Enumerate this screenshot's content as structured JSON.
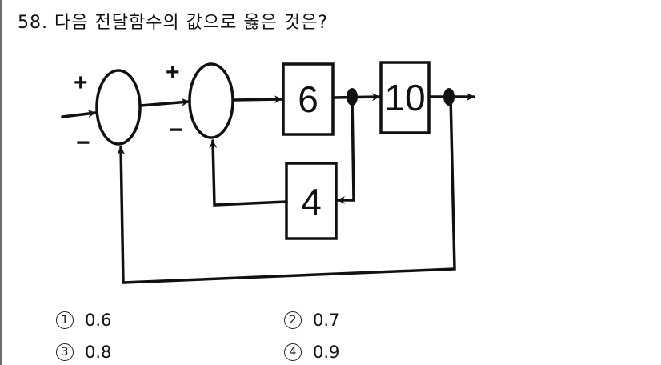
{
  "question": {
    "number": "58.",
    "text": "다음 전달함수의 값으로 옳은 것은?"
  },
  "diagram": {
    "type": "block-diagram",
    "summing_junction_1": {
      "plus_sign": "+",
      "minus_sign": "−"
    },
    "summing_junction_2": {
      "plus_sign": "+",
      "minus_sign": "−"
    },
    "forward_block_1": "6",
    "forward_block_2": "10",
    "feedback_block": "4"
  },
  "choices": [
    {
      "marker": "1",
      "label": "0.6"
    },
    {
      "marker": "2",
      "label": "0.7"
    },
    {
      "marker": "3",
      "label": "0.8"
    },
    {
      "marker": "4",
      "label": "0.9"
    }
  ],
  "colors": {
    "ink": "#111111",
    "border": "#6e6e6e",
    "background": "#ffffff"
  }
}
